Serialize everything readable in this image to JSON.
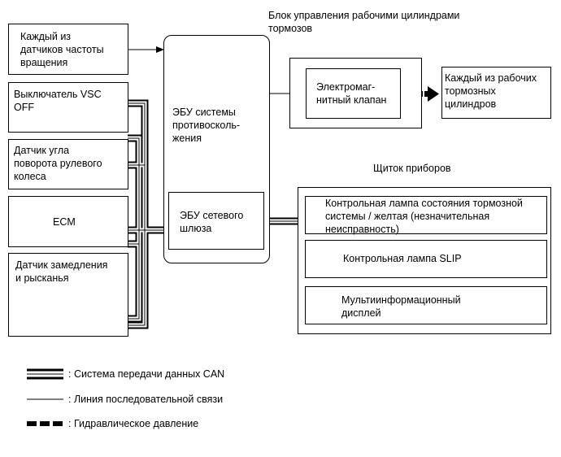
{
  "title_brake_actuator": "Блок управления рабочими цилиндрами\nтормозов",
  "title_combination_meter": "Щиток приборов",
  "left_blocks": [
    {
      "id": "speed_sensors",
      "label": "Каждый из\nдатчиков частоты\nвращения"
    },
    {
      "id": "vsc_off",
      "label": "Выключатель VSC\nOFF"
    },
    {
      "id": "steering_sensor",
      "label": "Датчик угла\nповорота рулевого\nколеса"
    },
    {
      "id": "ecm",
      "label": "ECM"
    },
    {
      "id": "yaw_sensor",
      "label": "Датчик замедления\nи рысканья"
    }
  ],
  "skid_ecu": {
    "label": "ЭБУ системы\nпротивосколь-\nжения"
  },
  "gateway_ecu": {
    "label": "ЭБУ сетевого\nшлюза"
  },
  "solenoid": {
    "label": "Электромаг-\nнитный клапан"
  },
  "wheel_cylinders": {
    "label": "Каждый из рабочих\nтормозных\nцилиндров"
  },
  "meter_items": [
    {
      "label": "Контрольная лампа состояния тормозной\nсистемы / желтая (незначительная\nнеисправность)"
    },
    {
      "label": "Контрольная лампа SLIP"
    },
    {
      "label": "Мультиинформационный\nдисплей"
    }
  ],
  "legend": [
    {
      "type": "can",
      "label": ": Система передачи данных CAN"
    },
    {
      "type": "serial",
      "label": ": Линия последовательной связи"
    },
    {
      "type": "hydraulic",
      "label": ": Гидравлическое давление"
    }
  ]
}
